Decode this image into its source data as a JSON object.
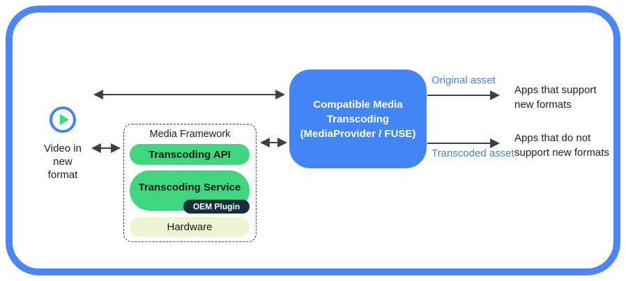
{
  "diagram": {
    "title_context": "Compatible media transcoding architecture",
    "colors": {
      "accent_blue": "#4285f4",
      "border_blue": "#4b86f2",
      "pill_green": "#3fd67f",
      "play_triangle_green": "#3ddc84",
      "oem_navy": "#14303f",
      "hardware_cream": "#eef5d2",
      "arrow_gray": "#3c4043",
      "text_dark": "#202124"
    },
    "icons": {
      "play": "play-icon"
    },
    "video_label": {
      "line1": "Video in",
      "line2": "new",
      "line3": "format"
    },
    "media_framework": {
      "title": "Media Framework",
      "api_label": "Transcoding API",
      "service_label": "Transcoding Service",
      "oem_label": "OEM Plugin",
      "hardware_label": "Hardware"
    },
    "transcoding_box": {
      "line1": "Compatible Media",
      "line2": "Transcoding",
      "line3": "(MediaProvider / FUSE)"
    },
    "outputs": {
      "original_asset_label": "Original asset",
      "transcoded_asset_label": "Transcoded asset",
      "apps_support_line1": "Apps that support",
      "apps_support_line2": "new formats",
      "apps_no_support_line1": "Apps that do not",
      "apps_no_support_line2": "support new formats"
    }
  }
}
